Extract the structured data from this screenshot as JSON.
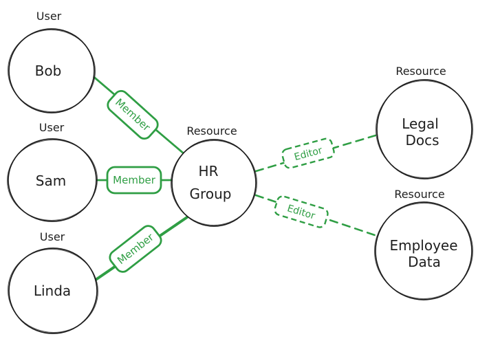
{
  "colors": {
    "ink": "#1e1e1e",
    "green": "#2f9e44",
    "bg": "#ffffff"
  },
  "nodes": {
    "bob": {
      "type_label": "User",
      "name": "Bob"
    },
    "sam": {
      "type_label": "User",
      "name": "Sam"
    },
    "linda": {
      "type_label": "User",
      "name": "Linda"
    },
    "hr_group": {
      "type_label": "Resource",
      "name_line1": "HR",
      "name_line2": "Group"
    },
    "legal_docs": {
      "type_label": "Resource",
      "name_line1": "Legal",
      "name_line2": "Docs"
    },
    "employee_data": {
      "type_label": "Resource",
      "name_line1": "Employee",
      "name_line2": "Data"
    }
  },
  "edges": {
    "bob_to_hr": {
      "label": "Member",
      "style": "solid"
    },
    "sam_to_hr": {
      "label": "Member",
      "style": "solid"
    },
    "linda_to_hr": {
      "label": "Member",
      "style": "solid"
    },
    "hr_to_legal": {
      "label": "Editor",
      "style": "dashed"
    },
    "hr_to_employee": {
      "label": "Editor",
      "style": "dashed"
    }
  }
}
